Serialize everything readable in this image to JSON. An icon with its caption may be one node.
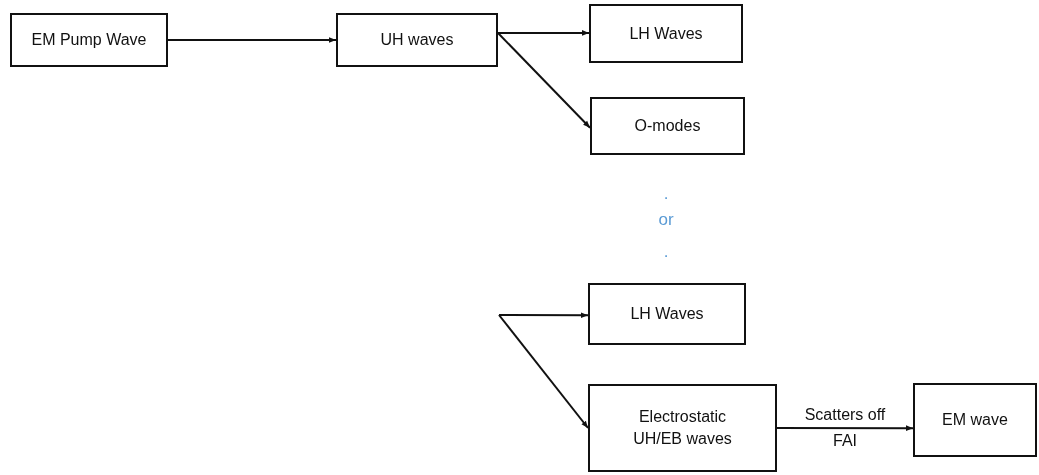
{
  "diagram": {
    "nodes": [
      {
        "text": [
          "EM Pump Wave"
        ]
      },
      {
        "text": [
          "UH waves"
        ]
      },
      {
        "text": [
          "LH Waves"
        ]
      },
      {
        "text": [
          "O-modes"
        ]
      },
      {
        "text": [
          "LH Waves"
        ]
      },
      {
        "text": [
          "Electrostatic UH/EB waves"
        ]
      },
      {
        "text": [
          "EM wave"
        ]
      }
    ],
    "edges": [
      {
        "from": 0,
        "to": 1,
        "arrow": "to"
      },
      {
        "from": 1,
        "to": 2,
        "arrow": "to"
      },
      {
        "from": 1,
        "to": 3,
        "arrow": "to"
      },
      {
        "from": null,
        "to": 4,
        "arrow": "to"
      },
      {
        "from": null,
        "to": 5,
        "arrow": "to"
      },
      {
        "from": 5,
        "to": 6,
        "label": "Scatters off FAI",
        "arrow": "to"
      }
    ],
    "labels": [
      ".",
      "or",
      "."
    ]
  }
}
